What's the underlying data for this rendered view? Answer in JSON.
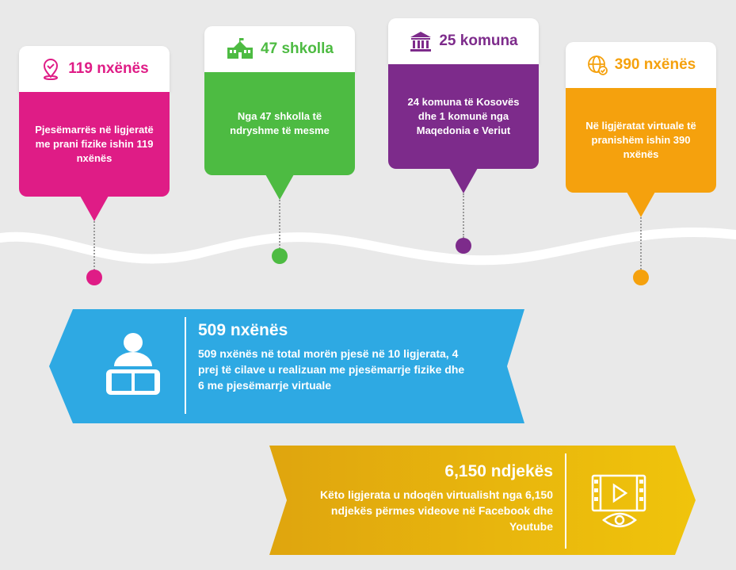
{
  "colors": {
    "magenta": "#df1c86",
    "green": "#4dbb42",
    "purple": "#7d2b8b",
    "orange": "#f5a10d",
    "blue": "#2ea9e3",
    "yellow": "#e0b20c",
    "background": "#e9e9e9"
  },
  "cards": [
    {
      "icon": "location-check-icon",
      "title": "119 nxënës",
      "text": "Pjesëmarrës në ligjeratë me prani fizike ishin 119 nxënës"
    },
    {
      "icon": "school-building-icon",
      "title": "47 shkolla",
      "text": "Nga 47 shkolla të ndryshme të mesme"
    },
    {
      "icon": "institution-icon",
      "title": "25 komuna",
      "text": "24 komuna të Kosovës dhe 1 komunë nga Maqedonia e Veriut"
    },
    {
      "icon": "globe-check-icon",
      "title": "390 nxënës",
      "text": "Në ligjëratat virtuale të pranishëm ishin 390 nxënës"
    }
  ],
  "banners": [
    {
      "icon": "reader-icon",
      "title": "509 nxënës",
      "text": "509 nxënës në total morën pjesë në 10 ligjerata, 4 prej të cilave u realizuan me pjesëmarrje fizike dhe 6 me pjesëmarrje virtuale"
    },
    {
      "icon": "video-view-icon",
      "title": "6,150 ndjekës",
      "text": "Këto ligjerata u ndoqën virtualisht nga 6,150 ndjekës përmes videove në Facebook dhe Youtube"
    }
  ]
}
